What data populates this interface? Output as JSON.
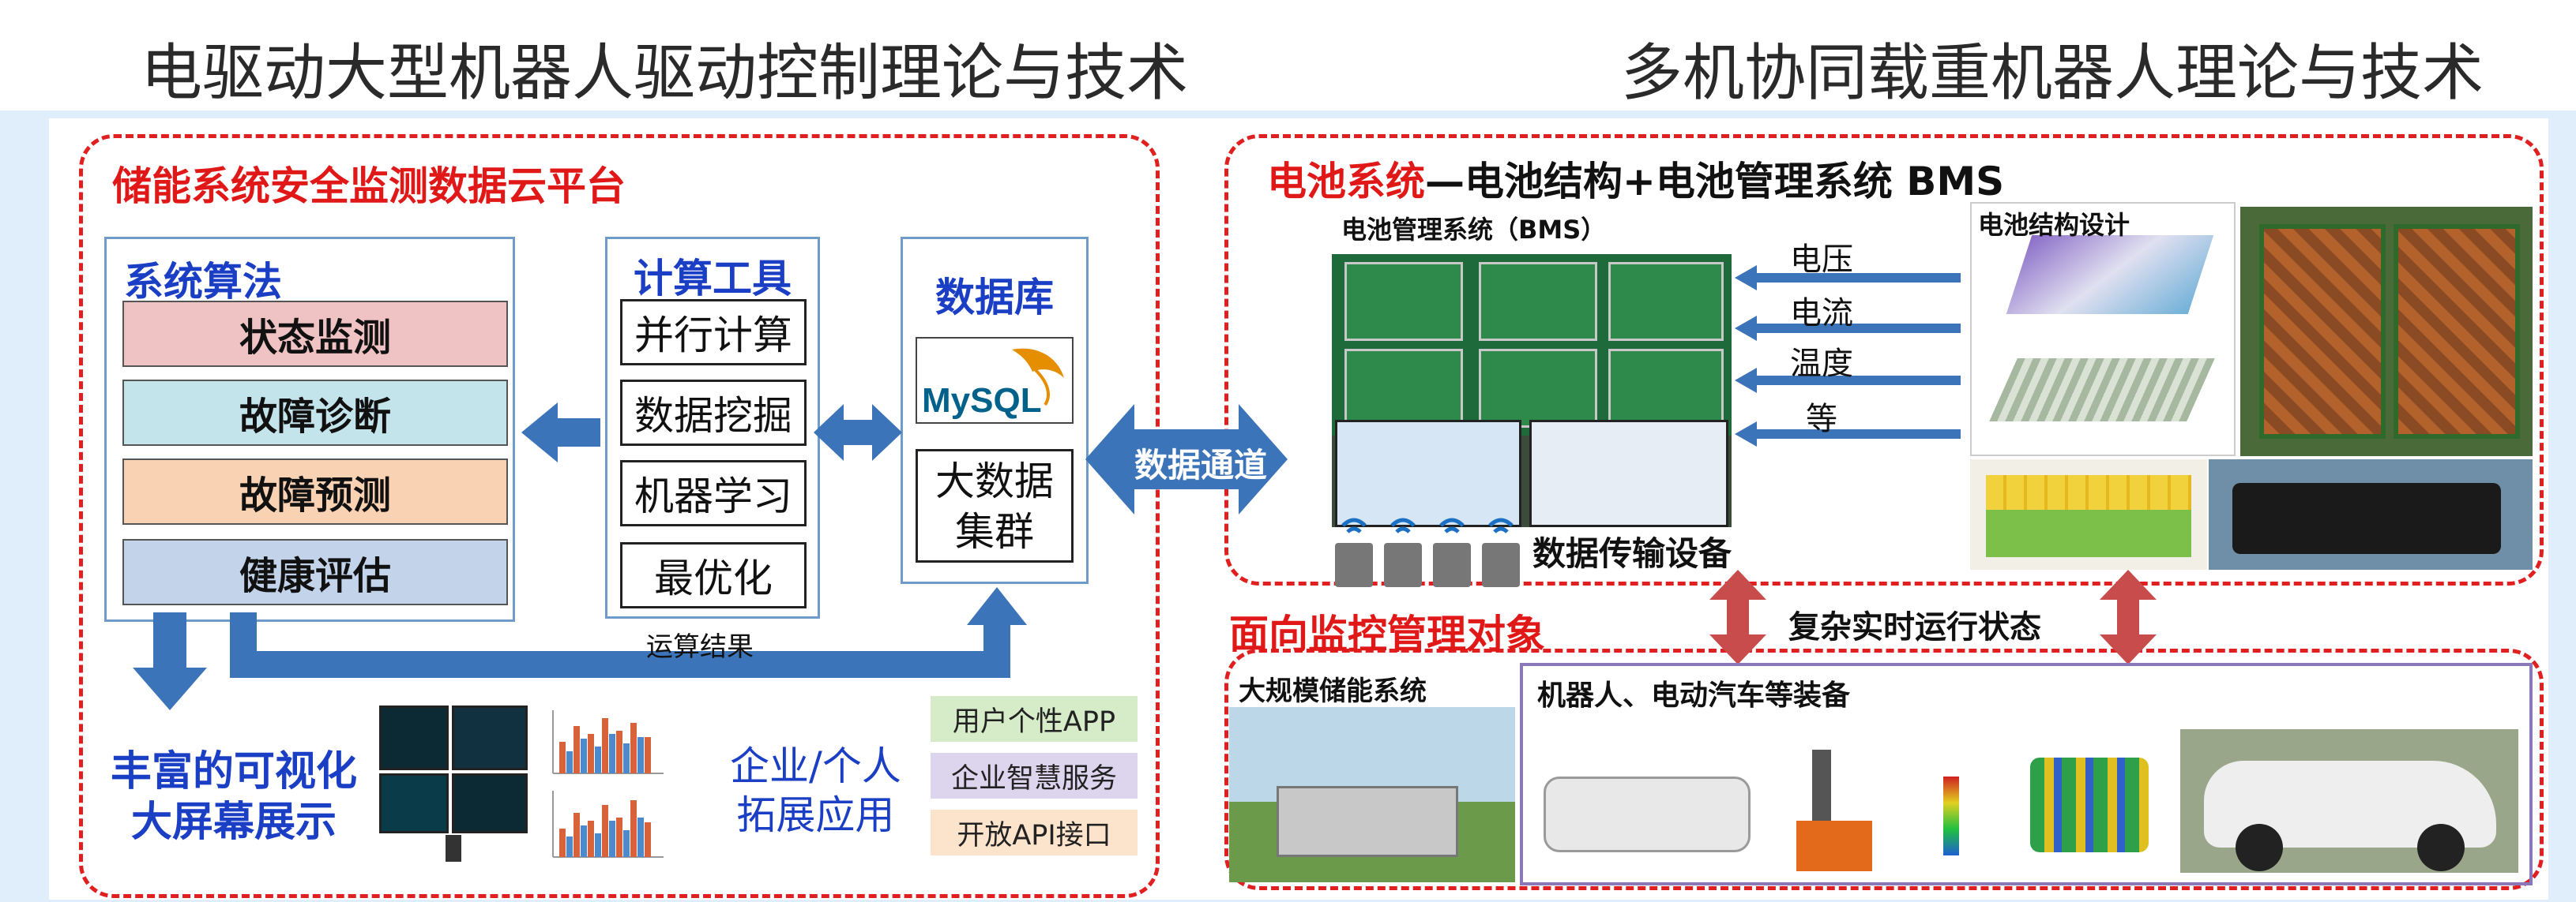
{
  "header": {
    "left_title": "电驱动大型机器人驱动控制理论与技术",
    "right_title": "多机协同载重机器人理论与技术"
  },
  "left_panel": {
    "title": "储能系统安全监测数据云平台",
    "algorithms": {
      "title": "系统算法",
      "items": [
        "状态监测",
        "故障诊断",
        "故障预测",
        "健康评估"
      ]
    },
    "tools": {
      "title": "计算工具",
      "items": [
        "并行计算",
        "数据挖掘",
        "机器学习",
        "最优化"
      ]
    },
    "database": {
      "title": "数据库",
      "mysql_logo": "MySQL",
      "cluster": "大数据\n集群"
    },
    "result_label": "运算结果",
    "visualization": "丰富的可视化\n大屏幕展示",
    "extension": "企业/个人\n拓展应用",
    "extension_items": [
      "用户个性APP",
      "企业智慧服务",
      "开放API接口"
    ]
  },
  "channel_label": "数据通道",
  "battery_panel": {
    "title_red": "电池系统",
    "title_black": "—电池结构+电池管理系统 BMS",
    "bms_label": "电池管理系统（BMS）",
    "signals": [
      "电压",
      "电流",
      "温度",
      "等"
    ],
    "structure_label": "电池结构设计",
    "transmission": "数据传输设备"
  },
  "state_label": "复杂实时运行状态",
  "monitor_panel": {
    "title": "面向监控管理对象",
    "storage": "大规模储能系统",
    "robots": "机器人、电动汽车等装备"
  },
  "colors": {
    "red": "#e01818",
    "blue_title": "#1b3fc4",
    "arrow_blue": "#3c74b9",
    "arrow_red": "#c94c4c",
    "ext1": "#d6ecc8",
    "ext2": "#ddd5ee",
    "ext3": "#fce3cc"
  }
}
